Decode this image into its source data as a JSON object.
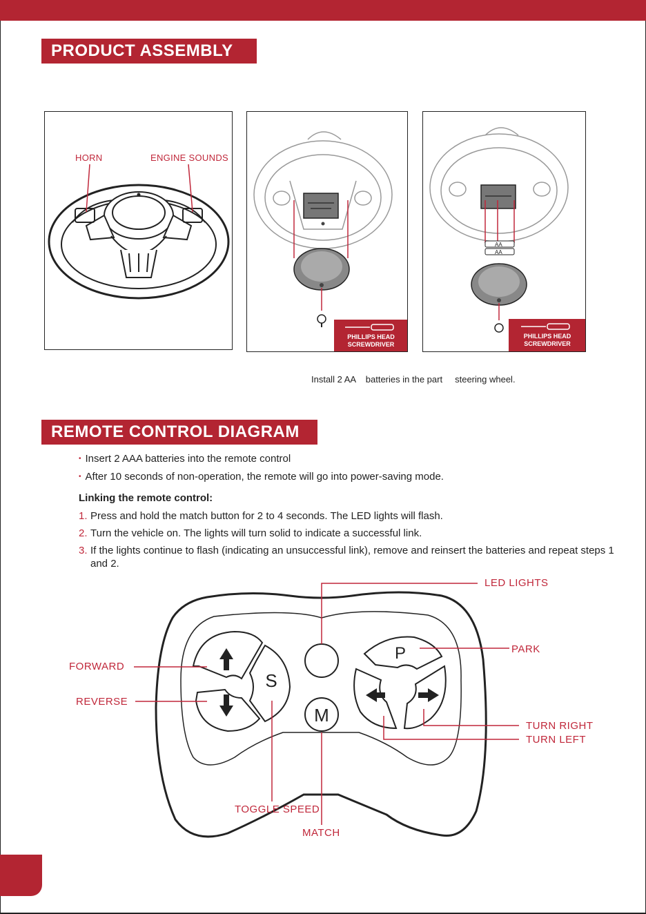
{
  "assembly": {
    "title": "PRODUCT ASSEMBLY",
    "horn_label": "HORN",
    "engine_label": "ENGINE SOUNDS",
    "battery_mark": "AA",
    "screwdriver_line1": "PHILLIPS HEAD",
    "screwdriver_line2": "SCREWDRIVER",
    "caption": "Install 2 AA    batteries in the part     steering wheel."
  },
  "remote": {
    "title": "REMOTE CONTROL DIAGRAM",
    "bullets": [
      "Insert 2 AAA batteries into the remote control",
      "After 10 seconds of non-operation, the remote will go into power-saving mode."
    ],
    "linking_title": "Linking the remote control:",
    "steps": [
      {
        "num": "1.",
        "text": " Press and hold the match button for 2 to 4 seconds. The LED lights will flash."
      },
      {
        "num": "2.",
        "text": "Turn the vehicle on. The lights will turn solid to indicate a successful link."
      },
      {
        "num": "3.",
        "text": "If the lights continue to flash (indicating an unsuccessful link), remove and reinsert the batteries and repeat steps 1 and 2."
      }
    ],
    "labels": {
      "led": "LED LIGHTS",
      "park": "PARK",
      "forward": "FORWARD",
      "reverse": "REVERSE",
      "turn_right": "TURN RIGHT",
      "turn_left": "TURN LEFT",
      "toggle_speed": "TOGGLE SPEED",
      "match": "MATCH"
    },
    "buttons": {
      "s": "S",
      "m": "M",
      "p": "P"
    }
  },
  "colors": {
    "accent": "#b32532",
    "label_red": "#c0273a"
  }
}
